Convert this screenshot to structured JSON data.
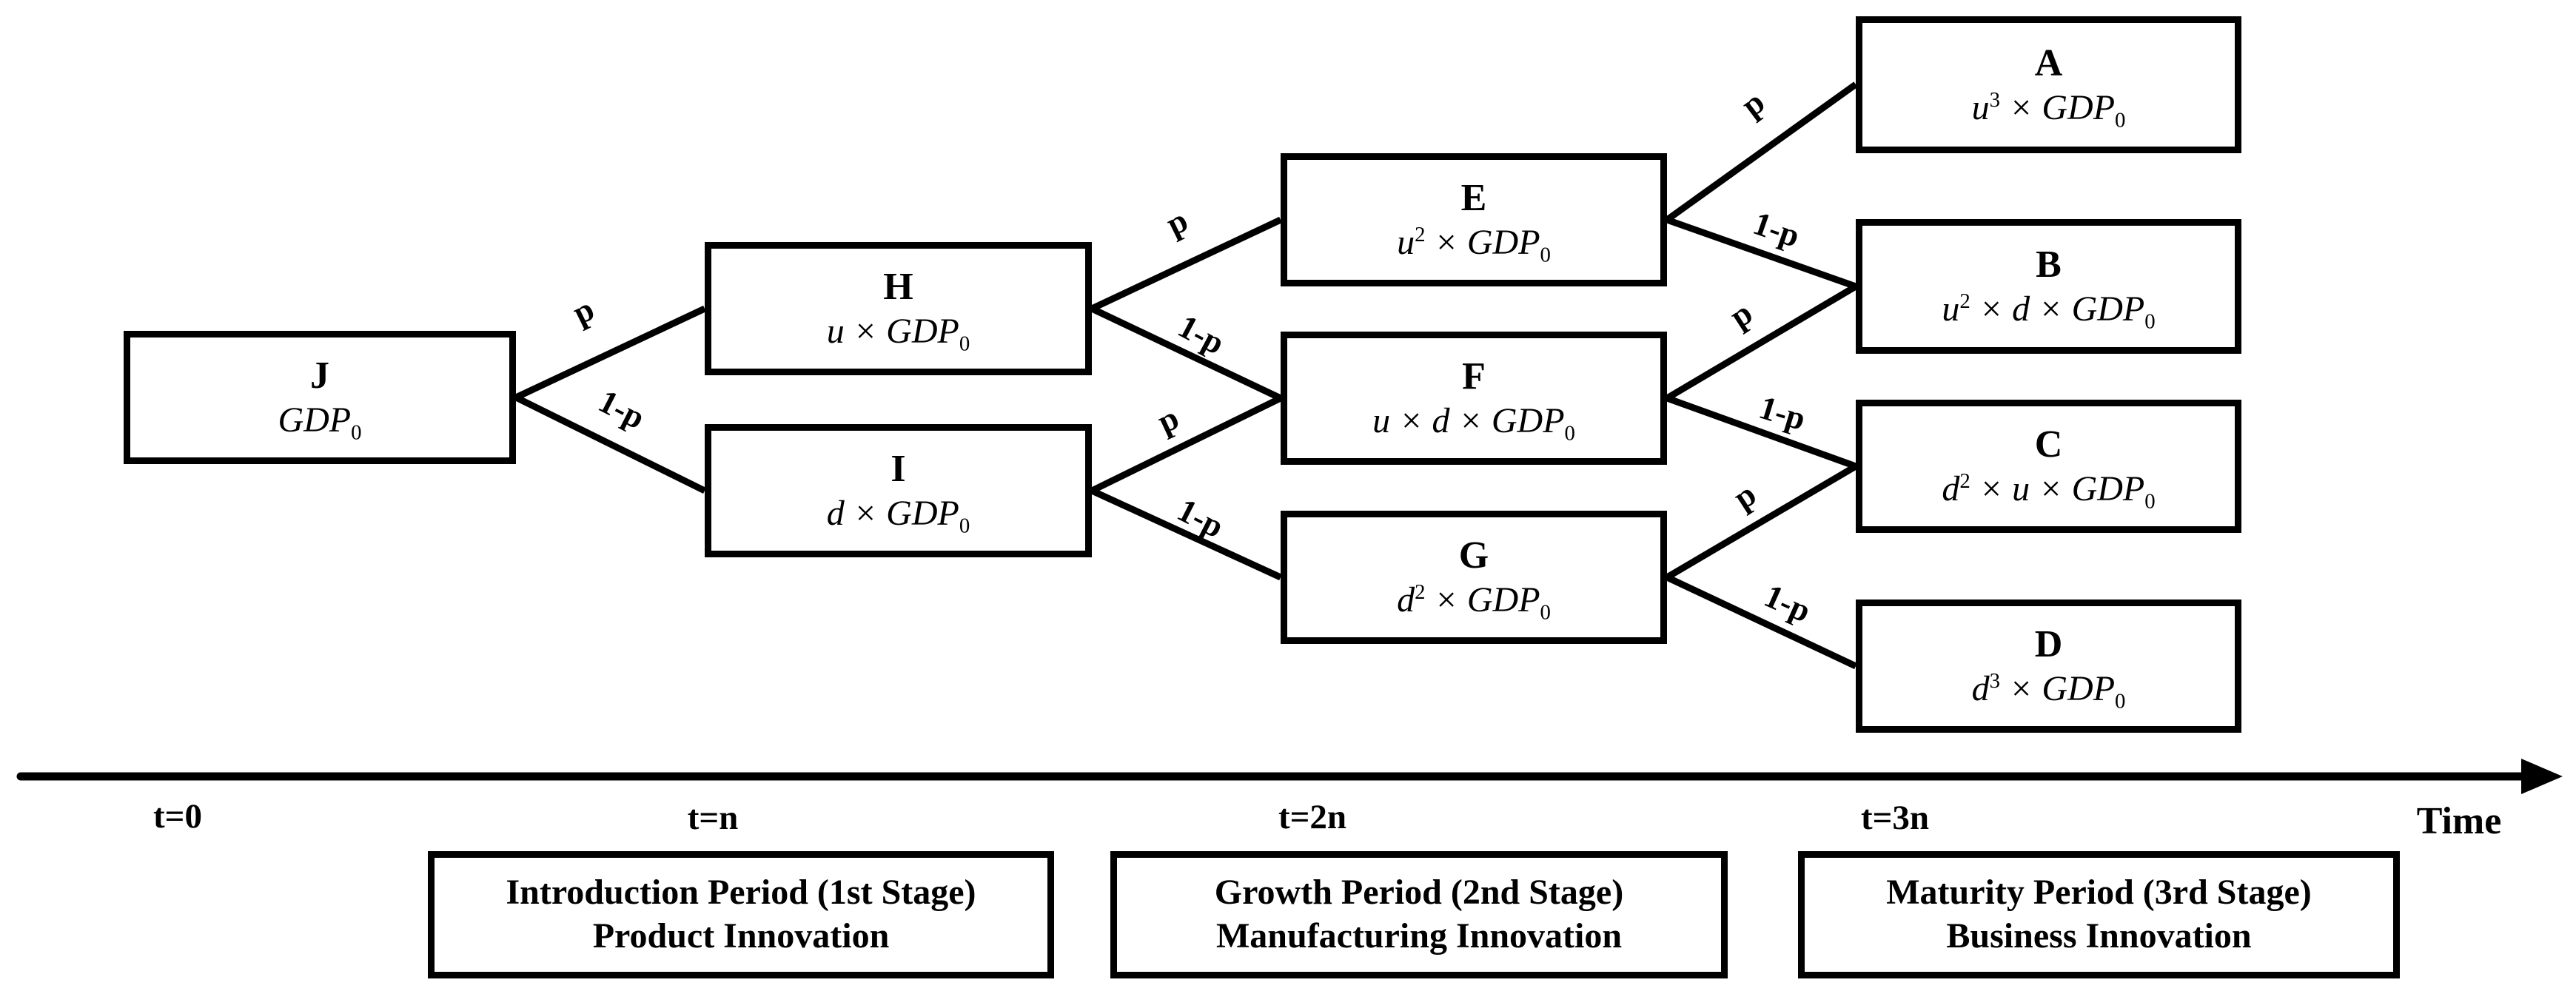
{
  "colors": {
    "ink": "#000000",
    "background": "#ffffff"
  },
  "nodes": {
    "J": {
      "letter": "J",
      "f_base": "GDP",
      "f_sup": "",
      "f_mid": "",
      "f_sub": "0"
    },
    "H": {
      "letter": "H",
      "f_base": "u × GDP",
      "f_sup": "",
      "f_mid": "",
      "f_sub": "0"
    },
    "I": {
      "letter": "I",
      "f_base": "d × GDP",
      "f_sup": "",
      "f_mid": "",
      "f_sub": "0"
    },
    "E": {
      "letter": "E",
      "f_base": "u",
      "f_sup": "2",
      "f_mid": " × GDP",
      "f_sub": "0"
    },
    "F": {
      "letter": "F",
      "f_base": "u × d × GDP",
      "f_sup": "",
      "f_mid": "",
      "f_sub": "0"
    },
    "G": {
      "letter": "G",
      "f_base": "d",
      "f_sup": "2",
      "f_mid": " × GDP",
      "f_sub": "0"
    },
    "A": {
      "letter": "A",
      "f_base": "u",
      "f_sup": "3",
      "f_mid": " × GDP",
      "f_sub": "0"
    },
    "B": {
      "letter": "B",
      "f_base": "u",
      "f_sup": "2",
      "f_mid": " × d × GDP",
      "f_sub": "0"
    },
    "C": {
      "letter": "C",
      "f_base": "d",
      "f_sup": "2",
      "f_mid": " × u × GDP",
      "f_sub": "0"
    },
    "D": {
      "letter": "D",
      "f_base": "d",
      "f_sup": "3",
      "f_mid": " × GDP",
      "f_sub": "0"
    }
  },
  "edges": [
    {
      "from": "J",
      "to": "H",
      "label": "p"
    },
    {
      "from": "J",
      "to": "I",
      "label": "1-p"
    },
    {
      "from": "H",
      "to": "E",
      "label": "p"
    },
    {
      "from": "H",
      "to": "F",
      "label": "1-p"
    },
    {
      "from": "I",
      "to": "F",
      "label": "p"
    },
    {
      "from": "I",
      "to": "G",
      "label": "1-p"
    },
    {
      "from": "E",
      "to": "A",
      "label": "p"
    },
    {
      "from": "E",
      "to": "B",
      "label": "1-p"
    },
    {
      "from": "F",
      "to": "B",
      "label": "p"
    },
    {
      "from": "F",
      "to": "C",
      "label": "1-p"
    },
    {
      "from": "G",
      "to": "C",
      "label": "p"
    },
    {
      "from": "G",
      "to": "D",
      "label": "1-p"
    }
  ],
  "timeline": {
    "ticks": [
      "t=0",
      "t=n",
      "t=2n",
      "t=3n"
    ],
    "axis_label": "Time"
  },
  "stages": [
    {
      "line1": "Introduction Period (1st Stage)",
      "line2": "Product Innovation"
    },
    {
      "line1": "Growth Period (2nd Stage)",
      "line2": "Manufacturing Innovation"
    },
    {
      "line1": "Maturity Period (3rd Stage)",
      "line2": "Business Innovation"
    }
  ]
}
